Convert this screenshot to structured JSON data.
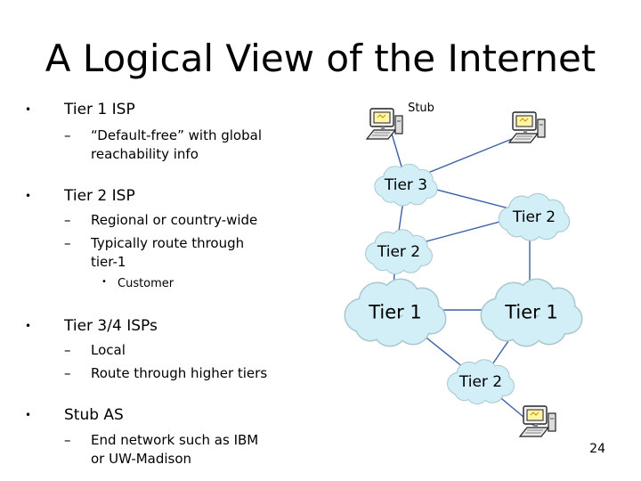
{
  "title": "A Logical View of the Internet",
  "slide_number": "24",
  "bullets": {
    "tier1": "Tier 1 ISP",
    "tier1_sub1_line1": "“Default-free” with global",
    "tier1_sub1_line2": "reachability info",
    "tier2": "Tier 2 ISP",
    "tier2_sub1": "Regional or country-wide",
    "tier2_sub2_line1": "Typically route through",
    "tier2_sub2_line2": "tier-1",
    "tier2_sub3": "Customer",
    "tier34": "Tier 3/4 ISPs",
    "tier34_sub1": "Local",
    "tier34_sub2": "Route through higher tiers",
    "stub": "Stub AS",
    "stub_sub1_line1": "End network such as IBM",
    "stub_sub1_line2": "or UW-Madison"
  },
  "diagram": {
    "stub_label": "Stub",
    "cloud_tier3": "Tier 3",
    "cloud_tier2_right": "Tier 2",
    "cloud_tier2_left": "Tier 2",
    "cloud_tier1_left": "Tier 1",
    "cloud_tier1_right": "Tier 1",
    "cloud_tier2_bottom": "Tier 2",
    "colors": {
      "cloud_fill": "#d2eef6",
      "line": "#3b5fa8"
    },
    "icons": [
      "computer-icon",
      "computer-icon",
      "computer-icon"
    ]
  }
}
